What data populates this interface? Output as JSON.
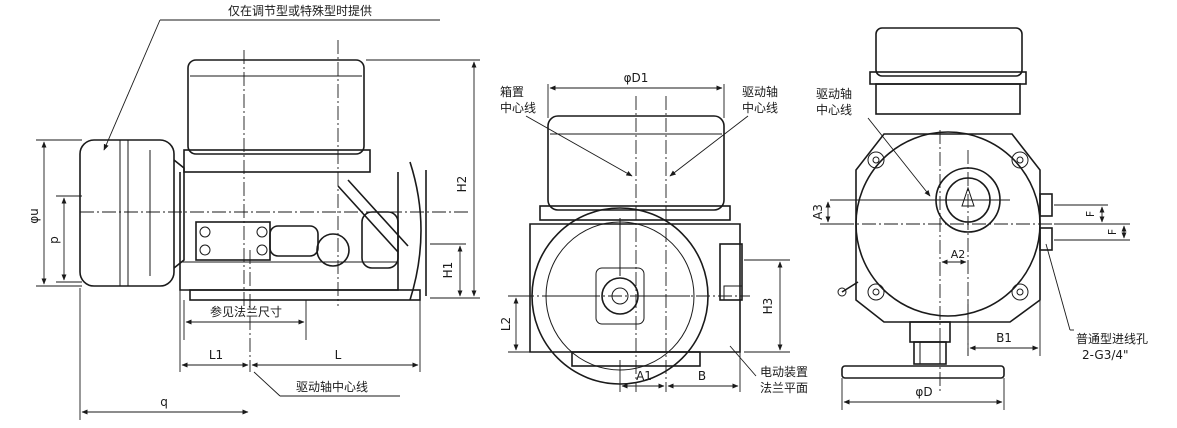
{
  "left_view": {
    "note_top": "仅在调节型或特殊型时提供",
    "flange_ref": "参见法兰尺寸",
    "drive_axis_line": "驱动轴中心线",
    "dim_phi_u": "φu",
    "dim_p": "p",
    "dim_H2": "H2",
    "dim_H1": "H1",
    "dim_L1": "L1",
    "dim_L": "L",
    "dim_q": "q"
  },
  "middle_view": {
    "dim_phi_D1": "φD1",
    "box_center_line": [
      "箱置",
      "中心线"
    ],
    "drive_axis_center_line": [
      "驱动轴",
      "中心线"
    ],
    "dim_L2": "L2",
    "dim_H3": "H3",
    "dim_A1": "A1",
    "dim_B": "B",
    "flange_plane": [
      "电动装置",
      "法兰平面"
    ]
  },
  "right_view": {
    "drive_axis_center_line": [
      "驱动轴",
      "中心线"
    ],
    "dim_A3": "A3",
    "dim_A2": "A2",
    "dim_F1": "F",
    "dim_F2": "F",
    "dim_B1": "B1",
    "cable_entry": [
      "普通型进线孔",
      "2-G3/4\""
    ],
    "dim_phi_D": "φD"
  }
}
